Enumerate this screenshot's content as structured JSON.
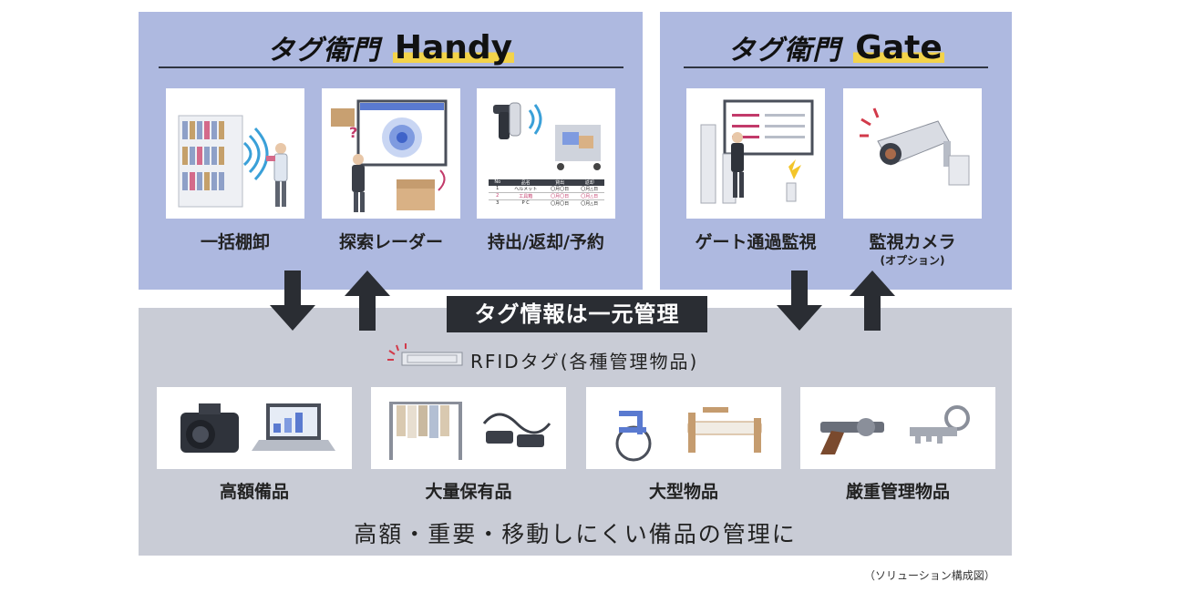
{
  "handy": {
    "brand": "タグ衛門",
    "product": "Handy",
    "items": [
      {
        "label": "一括棚卸"
      },
      {
        "label": "探索レーダー"
      },
      {
        "label": "持出/返却/予約"
      }
    ]
  },
  "gate": {
    "brand": "タグ衛門",
    "product": "Gate",
    "items": [
      {
        "label": "ゲート通過監視"
      },
      {
        "label": "監視カメラ",
        "sublabel": "(オプション)"
      }
    ]
  },
  "center_banner": "タグ情報は一元管理",
  "rfid_label": "RFIDタグ(各種管理物品)",
  "assets": [
    {
      "label": "高額備品"
    },
    {
      "label": "大量保有品"
    },
    {
      "label": "大型物品"
    },
    {
      "label": "厳重管理物品"
    }
  ],
  "footer": "高額・重要・移動しにくい備品の管理に",
  "caption": "（ソリューション構成図）",
  "table_sample": {
    "headers": [
      "No",
      "品名",
      "貸出",
      "返却"
    ],
    "rows": [
      [
        "1",
        "ヘルメット",
        "〇月〇日",
        "〇月△日"
      ],
      [
        "2",
        "工具箱",
        "〇月〇日",
        "〇月△日"
      ],
      [
        "3",
        "P C",
        "〇月〇日",
        "〇月△日"
      ]
    ]
  },
  "colors": {
    "top_panel": "#aeb9e0",
    "bottom_panel": "#c9ccd6",
    "banner": "#2a2d33",
    "highlight": "#f3d34a",
    "arrow": "#2a2d33"
  }
}
